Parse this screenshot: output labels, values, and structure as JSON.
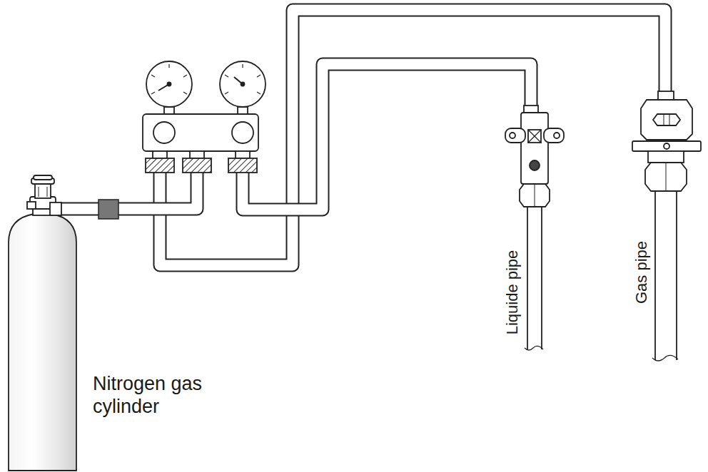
{
  "diagram": {
    "labels": [
      "Nitrogen gas cylinder",
      "Liquide pipe",
      "Gas pipe"
    ]
  }
}
